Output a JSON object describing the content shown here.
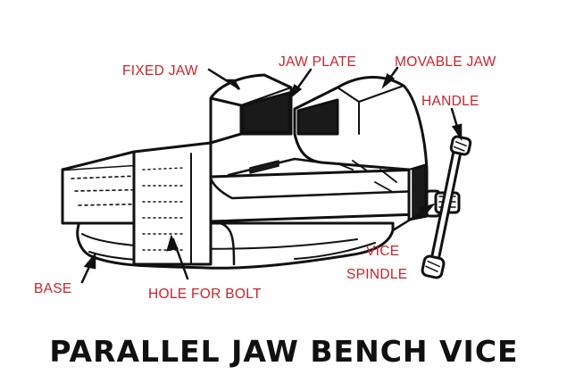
{
  "title": "PARALLEL JAW BENCH VICE",
  "label_color": "#c8242c",
  "ink_color": "#111111",
  "labels": {
    "fixed_jaw": "FIXED JAW",
    "jaw_plate": "JAW PLATE",
    "movable_jaw": "MOVABLE JAW",
    "handle": "HANDLE",
    "vice": "VICE",
    "spindle": "SPINDLE",
    "base": "BASE",
    "hole_for_bolt": "HOLE FOR BOLT"
  }
}
